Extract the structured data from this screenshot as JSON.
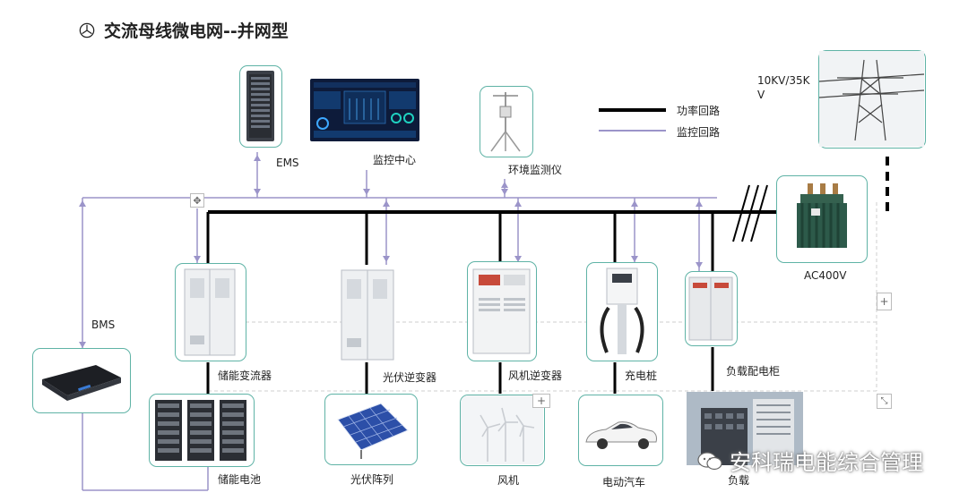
{
  "title": "交流母线微电网--并网型",
  "legend": {
    "power_loop": "功率回路",
    "monitor_loop": "监控回路"
  },
  "grid": {
    "voltage": "10KV/35K\nV",
    "transformer_label": "AC400V"
  },
  "top_devices": {
    "ems": "EMS",
    "monitor_center": "监控中心",
    "env_monitor": "环境监测仪"
  },
  "side": {
    "bms": "BMS"
  },
  "converters": {
    "storage_pcs": "储能变流器",
    "pv_inverter": "光伏逆变器",
    "wind_inverter": "风机逆变器",
    "charger": "充电桩",
    "load_cabinet": "负载配电柜"
  },
  "sources": {
    "battery": "储能电池",
    "pv_array": "光伏阵列",
    "wind": "风机",
    "ev": "电动汽车",
    "load": "负载"
  },
  "watermark": "安科瑞电能综合管理",
  "colors": {
    "power_line": "#000000",
    "monitor_line": "#9b94c9",
    "card_border": "#5fb3a6",
    "dashed": "#cfcfcf"
  }
}
